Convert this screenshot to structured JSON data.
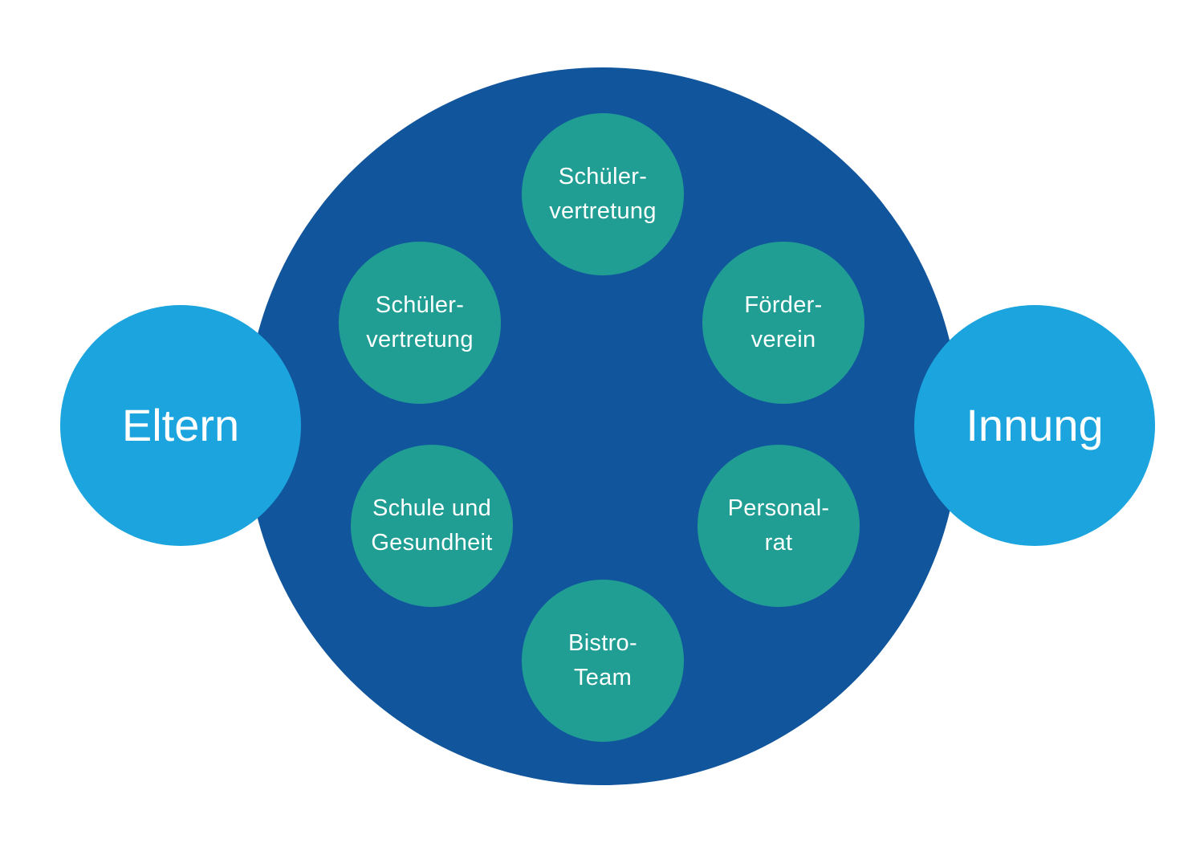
{
  "colors": {
    "outer_circle": "#11559c",
    "side_circle": "#1ba4dd",
    "node_circle": "#209e94",
    "text": "#ffffff"
  },
  "left_circle": {
    "label": "Eltern"
  },
  "right_circle": {
    "label": "Innung"
  },
  "nodes": [
    {
      "lines": [
        "Schüler-",
        "vertretung"
      ]
    },
    {
      "lines": [
        "Schüler-",
        "vertretung"
      ]
    },
    {
      "lines": [
        "Förder-",
        "verein"
      ]
    },
    {
      "lines": [
        "Schule und",
        "Gesundheit"
      ]
    },
    {
      "lines": [
        "Personal-",
        "rat"
      ]
    },
    {
      "lines": [
        "Bistro-",
        "Team"
      ]
    }
  ]
}
